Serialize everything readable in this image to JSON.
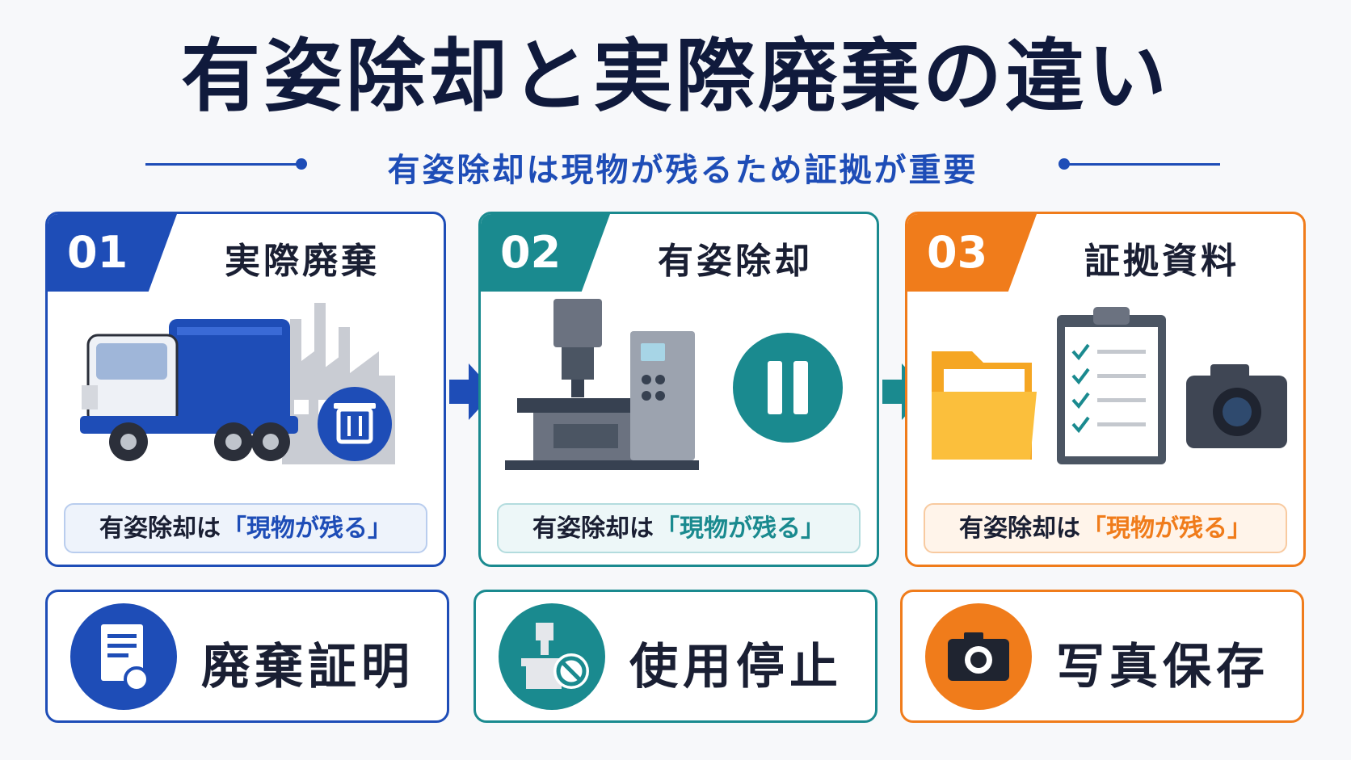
{
  "title": "有姿除却と実際廃棄の違い",
  "subtitle": "有姿除却は現物が残るため証拠が重要",
  "colors": {
    "blue": "#1e4db7",
    "teal": "#1a8a8f",
    "orange": "#f07c1b",
    "navy": "#101a3c"
  },
  "cards": [
    {
      "number": "01",
      "title": "実際廃棄",
      "pill_prefix": "有姿除却は",
      "pill_highlight": "「現物が残る」",
      "illustration": "garbage-truck-factory-trash-icon"
    },
    {
      "number": "02",
      "title": "有姿除却",
      "pill_prefix": "有姿除却は",
      "pill_highlight": "「現物が残る」",
      "illustration": "machine-pause-icon"
    },
    {
      "number": "03",
      "title": "証拠資料",
      "pill_prefix": "有姿除却は",
      "pill_highlight": "「現物が残る」",
      "illustration": "folder-clipboard-camera-icon"
    }
  ],
  "bottoms": [
    {
      "label": "廃棄証明",
      "icon": "certificate-icon"
    },
    {
      "label": "使用停止",
      "icon": "machine-stop-icon"
    },
    {
      "label": "写真保存",
      "icon": "camera-icon"
    }
  ]
}
